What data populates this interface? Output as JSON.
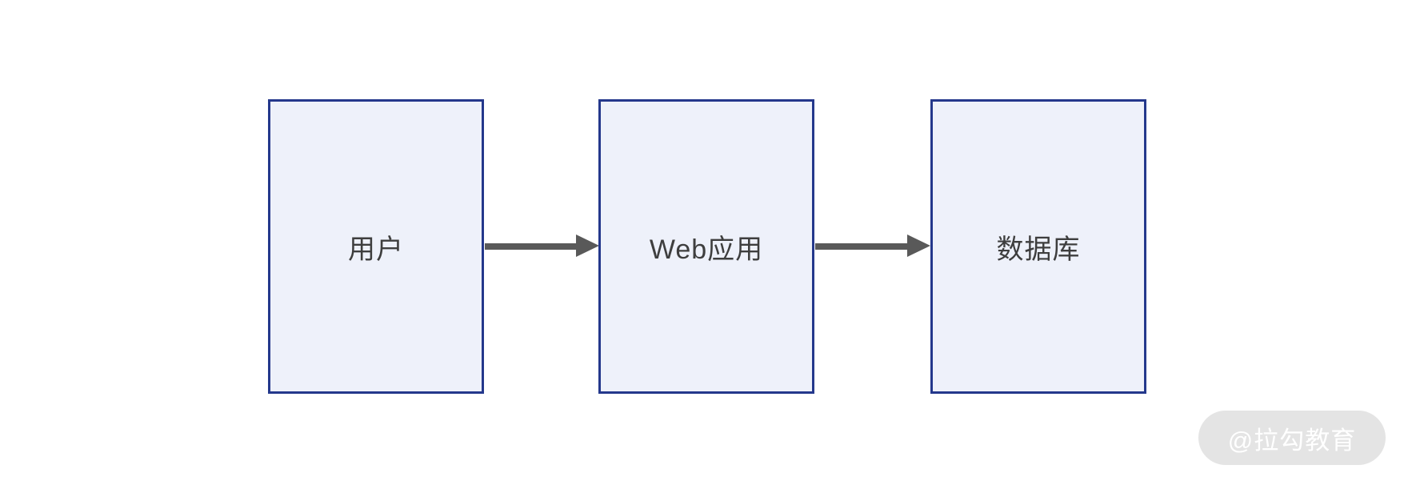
{
  "diagram": {
    "nodes": [
      {
        "id": "user",
        "label": "用户"
      },
      {
        "id": "web-app",
        "label": "Web应用"
      },
      {
        "id": "database",
        "label": "数据库"
      }
    ],
    "edges": [
      {
        "from": "user",
        "to": "web-app",
        "direction": "right"
      },
      {
        "from": "web-app",
        "to": "database",
        "direction": "right"
      }
    ]
  },
  "watermark": {
    "label": "@拉勾教育"
  },
  "colors": {
    "background": "#FFFFFF",
    "node_fill": "#EEF1FA",
    "node_border": "#24388C",
    "node_text": "#3E3E3E",
    "arrow": "#595959",
    "watermark_bg": "#E4E4E4",
    "watermark_text": "#FFFFFF"
  }
}
